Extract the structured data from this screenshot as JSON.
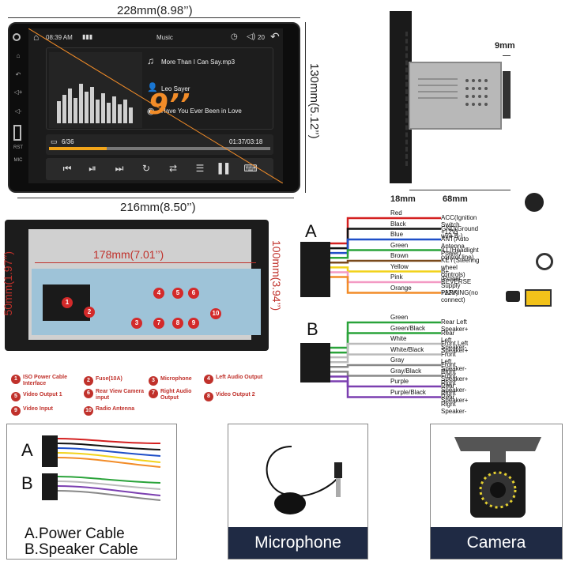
{
  "dimensions": {
    "front_width": "228mm(8.98’’)",
    "front_height": "130mm(5.12’’)",
    "front_bottom": "216mm(8.50’’)",
    "side_depth": "9mm",
    "side_plate": "18mm",
    "side_body": "68mm",
    "back_width": "178mm(7.01’’)",
    "back_left_height": "50mm(1.97’’)",
    "back_right_height": "100mm(3.94’’)"
  },
  "screen": {
    "time": "08:39 AM",
    "title": "Music",
    "volume": "20",
    "song": "More Than I Can Say.mp3",
    "artist": "Leo Sayer",
    "album": "Have You Ever Been in Love",
    "track": "6/36",
    "elapsed": "01:37/03:18",
    "size_label": "9’’",
    "progress_fraction": 0.26,
    "side_labels": [
      "RST",
      "MIC"
    ]
  },
  "back_ports": [
    "1",
    "2",
    "3",
    "4",
    "5",
    "6",
    "7",
    "8",
    "9",
    "10"
  ],
  "legend": [
    {
      "num": "1",
      "text": "ISO Power Cable Interface"
    },
    {
      "num": "2",
      "text": "Fuse(10A)"
    },
    {
      "num": "3",
      "text": "Microphone"
    },
    {
      "num": "4",
      "text": "Left Audio Output"
    },
    {
      "num": "5",
      "text": "Video Output 1"
    },
    {
      "num": "6",
      "text": "Rear View Camera input"
    },
    {
      "num": "7",
      "text": "Right Audio Output"
    },
    {
      "num": "8",
      "text": "Video Output 2"
    },
    {
      "num": "9",
      "text": "Video Input"
    },
    {
      "num": "10",
      "text": "Radio Antenna"
    }
  ],
  "wiring_a": {
    "letter": "A",
    "wires": [
      {
        "color_name": "Red",
        "color": "#d42020",
        "desc": "ACC(Ignition Switch +12V)"
      },
      {
        "color_name": "Black",
        "color": "#111111",
        "desc": "GND(Ground wire B-)"
      },
      {
        "color_name": "Blue",
        "color": "#1f4fc8",
        "desc": "ANT(Auto Antenna Power)"
      },
      {
        "color_name": "Green",
        "color": "#2aa33a",
        "desc": "ILL(Headlight control line)"
      },
      {
        "color_name": "Brown",
        "color": "#7a4a1c",
        "desc": "KEY(Steering wheel controls)"
      },
      {
        "color_name": "Yellow",
        "color": "#f2d21a",
        "desc": "B+(Power Supply +12V)"
      },
      {
        "color_name": "Pink",
        "color": "#f39ac4",
        "desc": "REVERSE"
      },
      {
        "color_name": "Orange",
        "color": "#f28c28",
        "desc": "PARKING(no connect)"
      }
    ]
  },
  "wiring_b": {
    "letter": "B",
    "wires": [
      {
        "color_name": "Green",
        "color": "#2aa33a",
        "desc": "Rear Left Speaker+"
      },
      {
        "color_name": "Green/Black",
        "color": "#2aa33a",
        "desc": "Rear Left Speaker-"
      },
      {
        "color_name": "White",
        "color": "#bbbbbb",
        "desc": "Front Left Speaker+"
      },
      {
        "color_name": "White/Black",
        "color": "#bbbbbb",
        "desc": "Front Left Speaker-"
      },
      {
        "color_name": "Gray",
        "color": "#888888",
        "desc": "Front Right Speaker+"
      },
      {
        "color_name": "Gray/Black",
        "color": "#888888",
        "desc": "Front Right Speaker-"
      },
      {
        "color_name": "Purple",
        "color": "#7b3fb0",
        "desc": "Rear Right Speaker+"
      },
      {
        "color_name": "Purple/Black",
        "color": "#7b3fb0",
        "desc": "Rear Right Speaker-"
      }
    ]
  },
  "cards": {
    "cable_a_letter": "A",
    "cable_b_letter": "B",
    "cable_label_1": "A.Power Cable",
    "cable_label_2": "B.Speaker Cable",
    "mic_label": "Microphone",
    "camera_label": "Camera"
  }
}
